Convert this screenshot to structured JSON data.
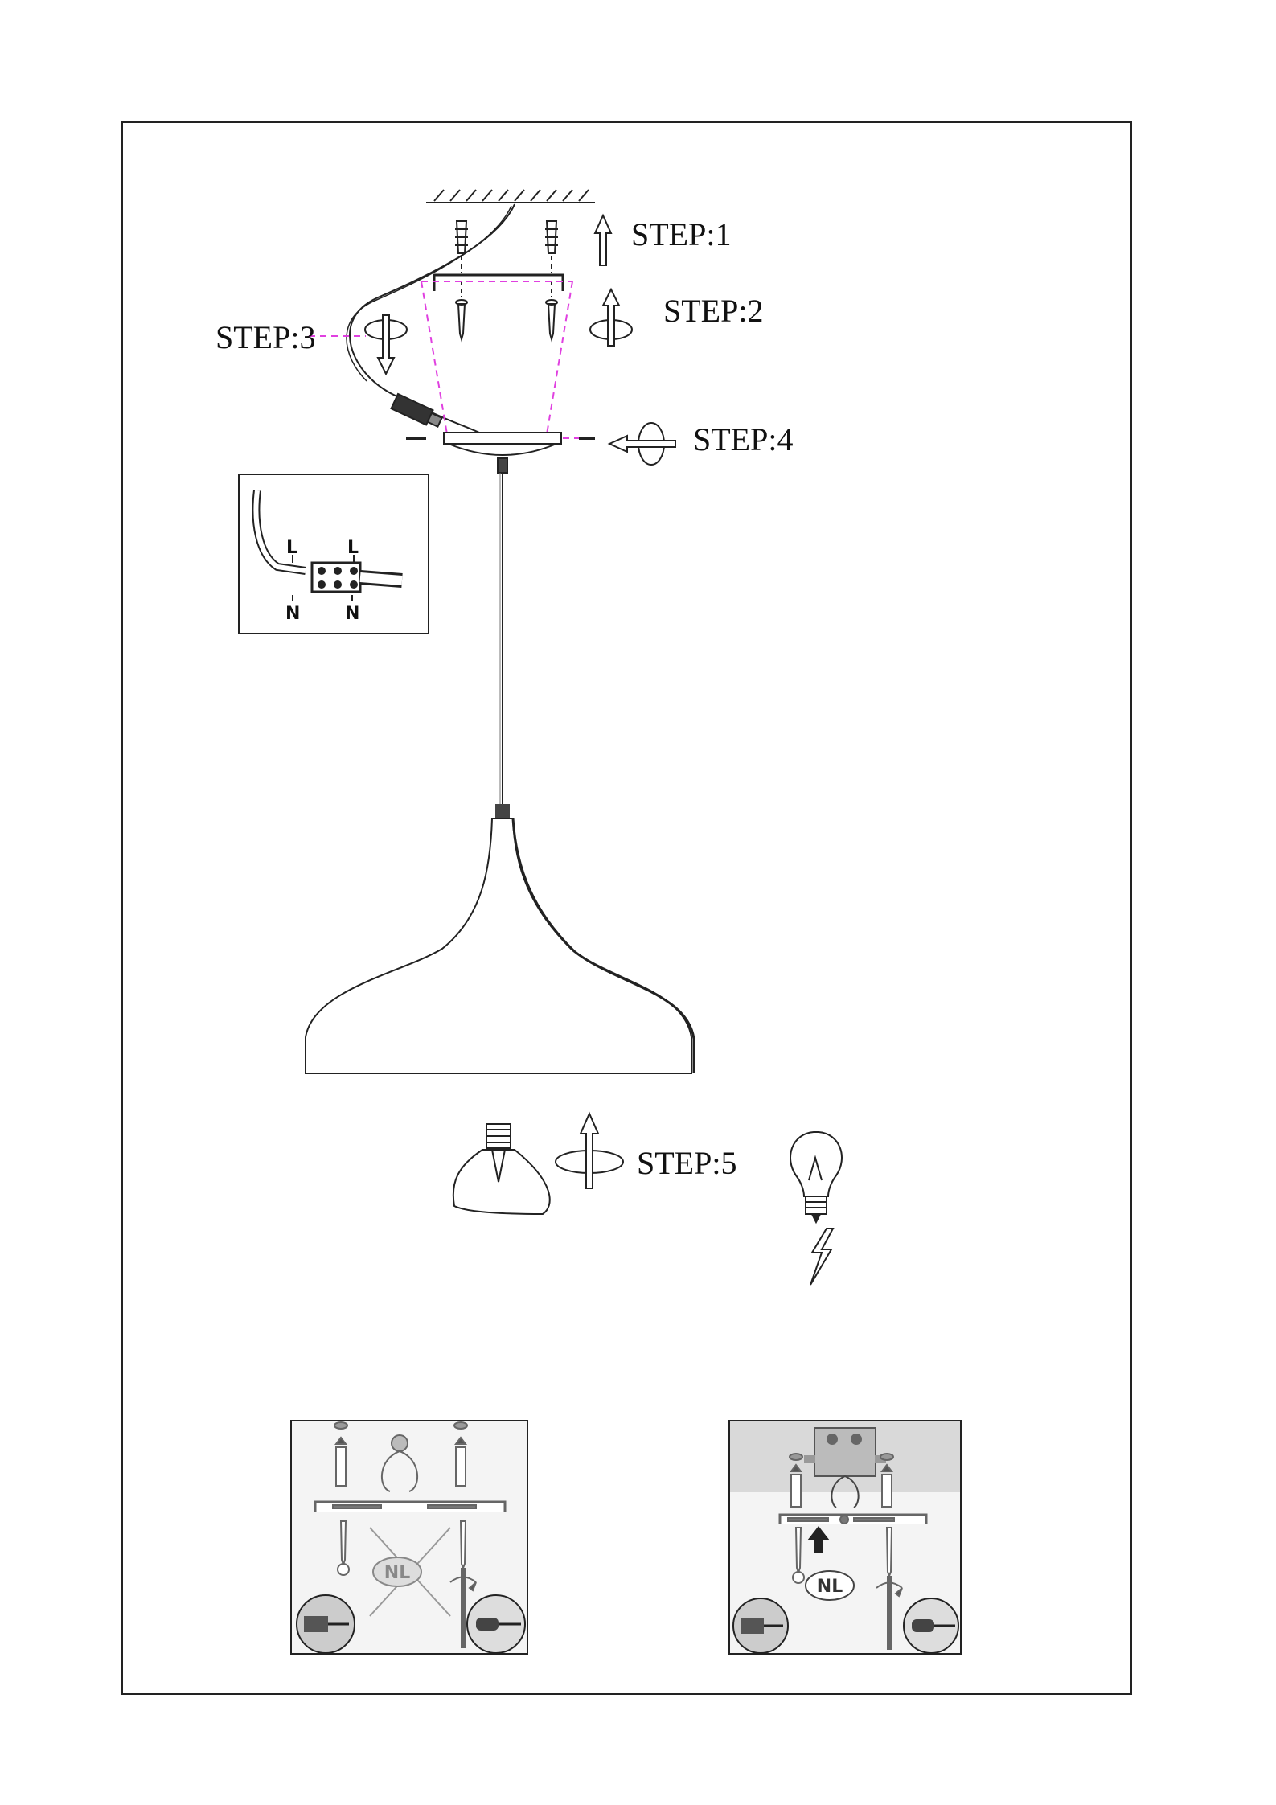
{
  "steps": {
    "step1": "STEP:1",
    "step2": "STEP:2",
    "step3": "STEP:3",
    "step4": "STEP:4",
    "step5": "STEP:5"
  },
  "wiring": {
    "live_left": "L",
    "live_right": "L",
    "neutral_left": "N",
    "neutral_right": "N"
  },
  "panels": {
    "left_badge": "NL",
    "right_badge": "NL"
  },
  "colors": {
    "line": "#222222",
    "guide": "#e040e0",
    "panel_bg": "#f4f4f4",
    "ceiling_gray": "#d9d9d9"
  },
  "icons": [
    "rotate-arrow-icon",
    "up-arrow-icon",
    "light-bulb-icon",
    "lightning-icon",
    "screwdriver-icon",
    "drill-icon"
  ]
}
